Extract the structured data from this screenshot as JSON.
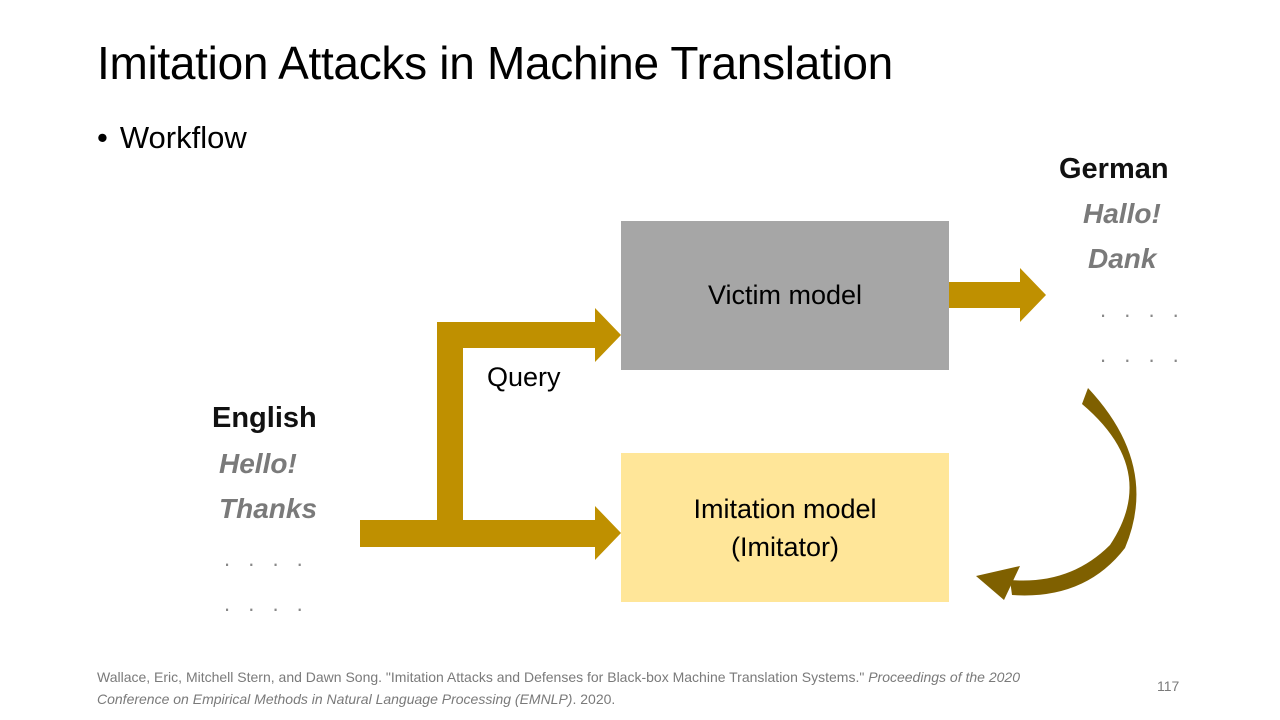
{
  "slide": {
    "title": "Imitation Attacks in Machine Translation",
    "bullet_marker": "•",
    "bullet": "Workflow"
  },
  "english": {
    "heading": "English",
    "items": [
      "Hello!",
      "Thanks",
      ". . . .",
      ". . . ."
    ]
  },
  "german": {
    "heading": "German",
    "items": [
      "Hallo!",
      "Dank",
      ". . . .",
      ". . . ."
    ]
  },
  "diagram": {
    "victim_label": "Victim model",
    "imitation_label_line1": "Imitation model",
    "imitation_label_line2": "(Imitator)",
    "query_label": "Query"
  },
  "colors": {
    "arrow": "#bf9000",
    "curved_arrow": "#7f6000",
    "victim_box": "#a6a6a6",
    "imitation_box": "#ffe699"
  },
  "footer": {
    "citation_plain": "Wallace, Eric, Mitchell Stern, and Dawn Song. \"Imitation Attacks and Defenses for Black-box Machine Translation Systems.\" ",
    "citation_italic": "Proceedings of the 2020 Conference on Empirical Methods in Natural Language Processing (EMNLP)",
    "citation_tail": ". 2020.",
    "page_number": "117"
  }
}
